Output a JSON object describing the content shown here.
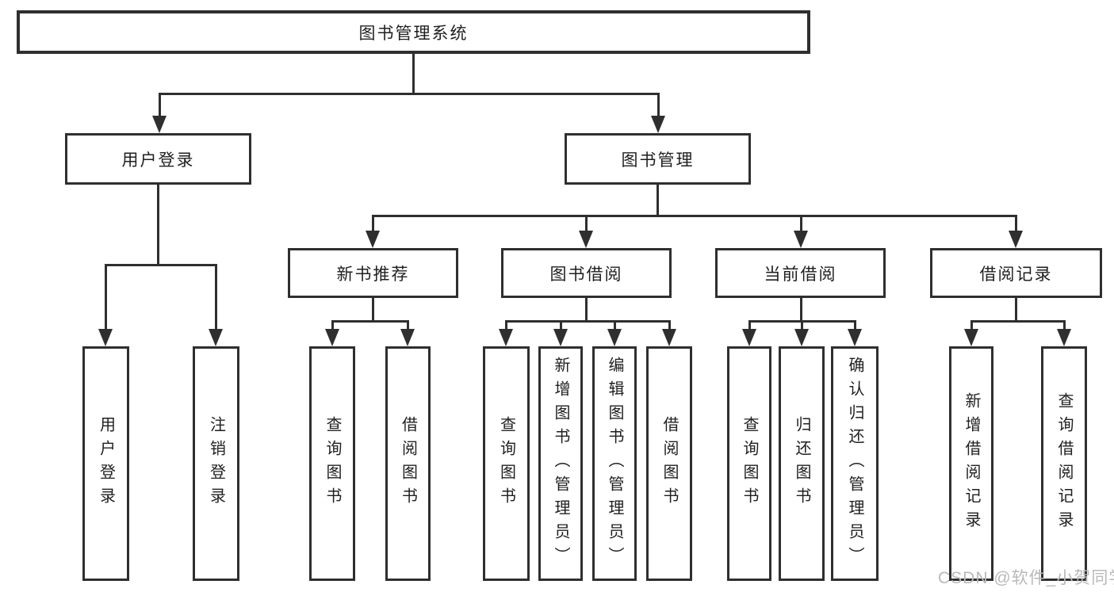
{
  "tree": {
    "label": "图书管理系统",
    "children": [
      {
        "label": "用户登录",
        "children": [
          {
            "label": "用户登录"
          },
          {
            "label": "注销登录"
          }
        ]
      },
      {
        "label": "图书管理",
        "children": [
          {
            "label": "新书推荐",
            "children": [
              {
                "label": "查询图书"
              },
              {
                "label": "借阅图书"
              }
            ]
          },
          {
            "label": "图书借阅",
            "children": [
              {
                "label": "查询图书"
              },
              {
                "label": "新增图书（管理员）"
              },
              {
                "label": "编辑图书（管理员）"
              },
              {
                "label": "借阅图书"
              }
            ]
          },
          {
            "label": "当前借阅",
            "children": [
              {
                "label": "查询图书"
              },
              {
                "label": "归还图书"
              },
              {
                "label": "确认归还（管理员）"
              }
            ]
          },
          {
            "label": "借阅记录",
            "children": [
              {
                "label": "新增借阅记录"
              },
              {
                "label": "查询借阅记录"
              }
            ]
          }
        ]
      }
    ]
  },
  "watermark": "CSDN @软件_小贺同学",
  "colors": {
    "line": "#2f2f2f",
    "text": "#1f1f1f",
    "box_background": "#ffffff",
    "watermark": "#b9b9b9"
  }
}
